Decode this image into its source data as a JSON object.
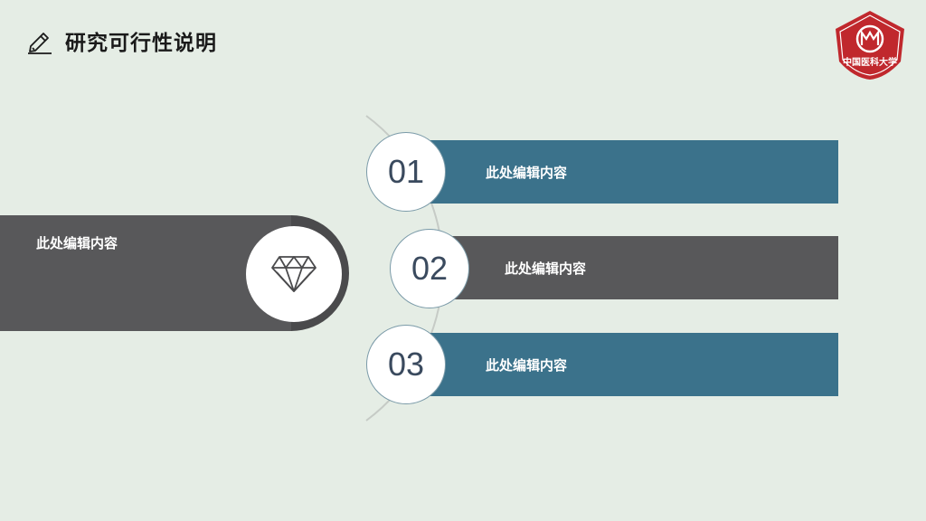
{
  "header": {
    "title": "研究可行性说明",
    "icon": "pencil-icon"
  },
  "logo": {
    "icon": "university-seal-icon",
    "color": "#c0282d",
    "text": "中国医科大学"
  },
  "left_panel": {
    "label": "此处编辑内容",
    "icon": "diamond-icon"
  },
  "items": [
    {
      "number": "01",
      "label": "此处编辑内容",
      "color": "#3b728b"
    },
    {
      "number": "02",
      "label": "此处编辑内容",
      "color": "#58585a"
    },
    {
      "number": "03",
      "label": "此处编辑内容",
      "color": "#3b728b"
    }
  ],
  "colors": {
    "background": "#e5ede5",
    "teal": "#3b728b",
    "gray": "#58585a",
    "number": "#3a4a5e"
  }
}
